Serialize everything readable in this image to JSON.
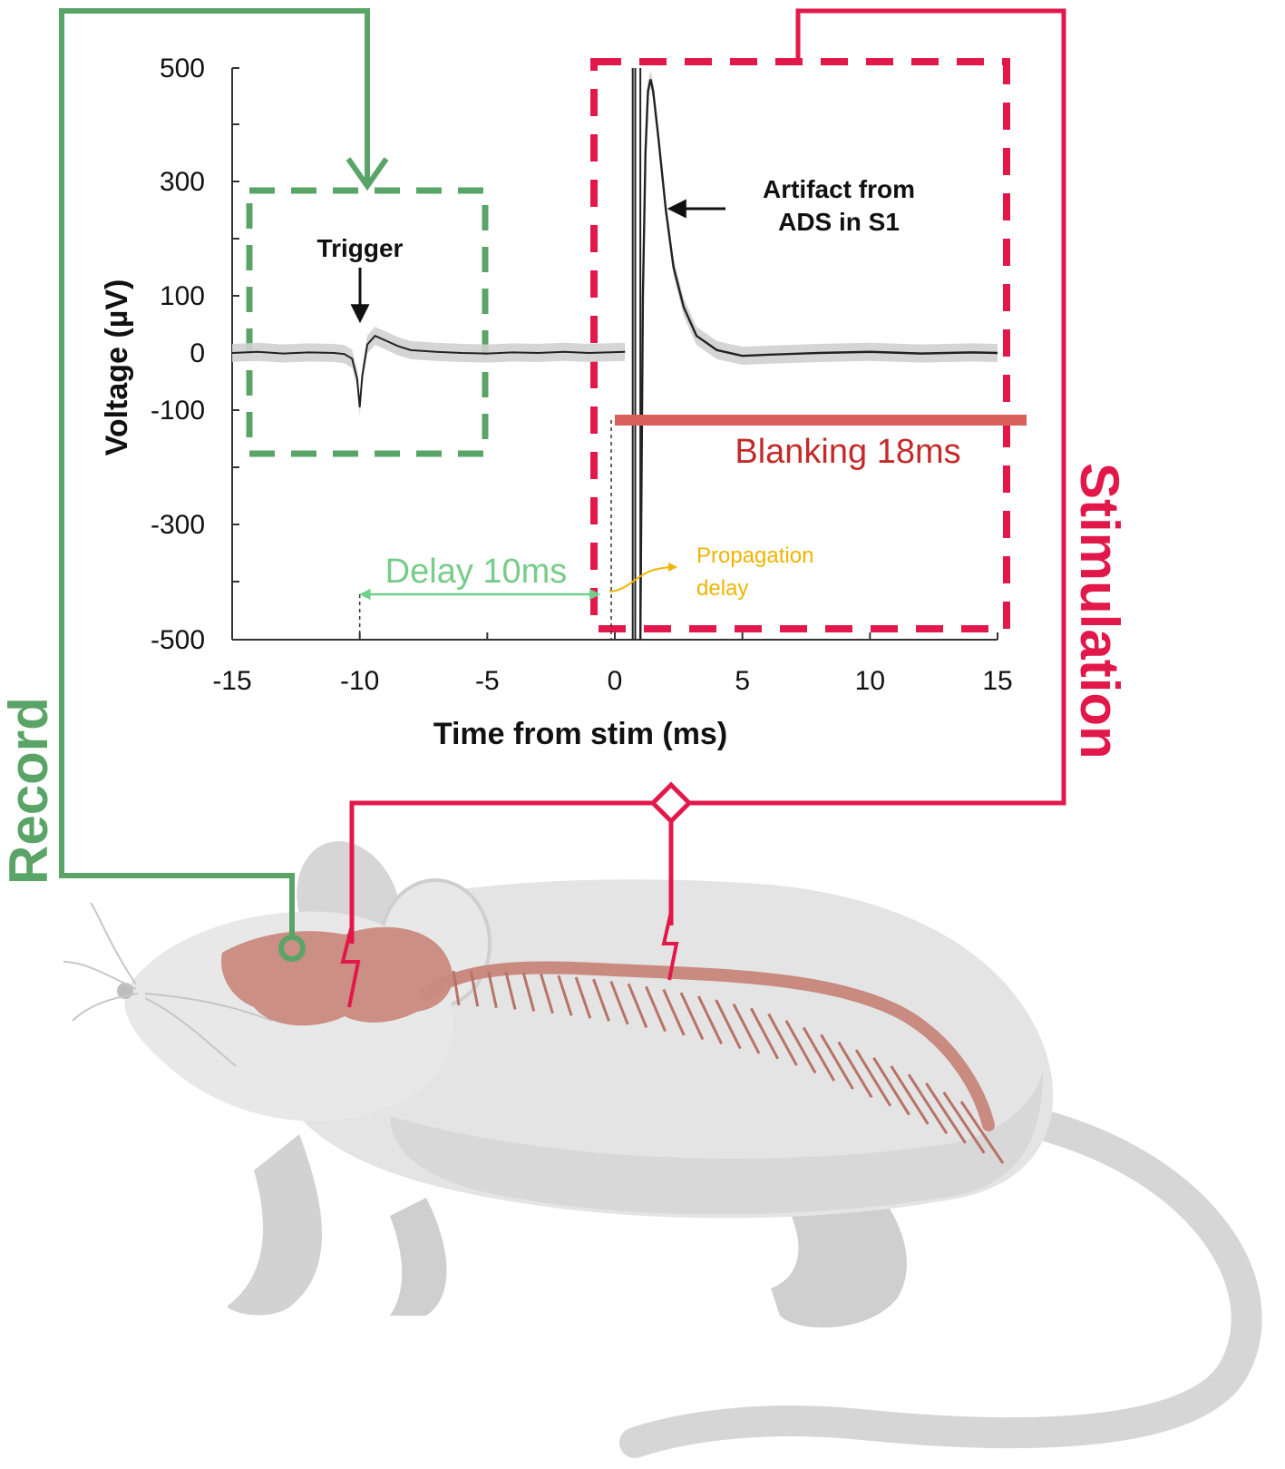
{
  "labels": {
    "record": "Record",
    "stimulation": "Stimulation",
    "trigger": "Trigger",
    "artifact_line1": "Artifact from",
    "artifact_line2": "ADS in S1",
    "blanking": "Blanking 18ms",
    "delay": "Delay 10ms",
    "propagation_line1": "Propagation",
    "propagation_line2": "delay"
  },
  "colors": {
    "record": "#5aa468",
    "stimulation": "#e2184a",
    "blanking_bar": "#d9605c",
    "delay_arrow": "#6fd08a",
    "propagation": "#f0b400",
    "trace": "#222222",
    "trace_band": "#cfcfcf",
    "rat_body": "#e3e3e3",
    "nervous_system": "#c98a80"
  },
  "chart_data": {
    "type": "line",
    "xlabel": "Time from stim (ms)",
    "ylabel": "Voltage (µV)",
    "xlim": [
      -15,
      15
    ],
    "ylim": [
      -500,
      500
    ],
    "xticks": [
      -15,
      -10,
      -5,
      0,
      5,
      10,
      15
    ],
    "yticks": [
      500,
      300,
      100,
      0,
      -100,
      -300,
      -500
    ],
    "series": [
      {
        "x": [
          -15,
          -14,
          -13,
          -12,
          -11,
          -10.6,
          -10.3,
          -10.1,
          -10.0,
          -9.9,
          -9.7,
          -9.4,
          -9.0,
          -8.5,
          -8.0,
          -7.0,
          -6.0,
          -5.0,
          -4.0,
          -3.0,
          -2.0,
          -1.0,
          0.4
        ],
        "y": [
          0,
          2,
          -1,
          1,
          0,
          -2,
          -10,
          -45,
          -95,
          -40,
          15,
          30,
          22,
          12,
          5,
          2,
          0,
          -1,
          1,
          0,
          2,
          0,
          2
        ]
      },
      {
        "x": [
          1.0,
          1.1,
          1.2,
          1.3,
          1.4,
          1.5,
          1.7,
          2.0,
          2.3,
          2.7,
          3.2,
          4.0,
          5.0,
          6.0,
          8.0,
          10.0,
          12.0,
          14.0,
          15.0
        ],
        "y": [
          -500,
          100,
          350,
          460,
          480,
          460,
          380,
          250,
          150,
          80,
          30,
          5,
          -5,
          -3,
          0,
          2,
          -1,
          1,
          0
        ]
      }
    ],
    "stim_lines_x": [
      0.7,
      0.8,
      1.0
    ],
    "blanking_window_ms": [
      0,
      16
    ],
    "delay_window_ms": [
      -10,
      -1
    ],
    "grid": false
  }
}
